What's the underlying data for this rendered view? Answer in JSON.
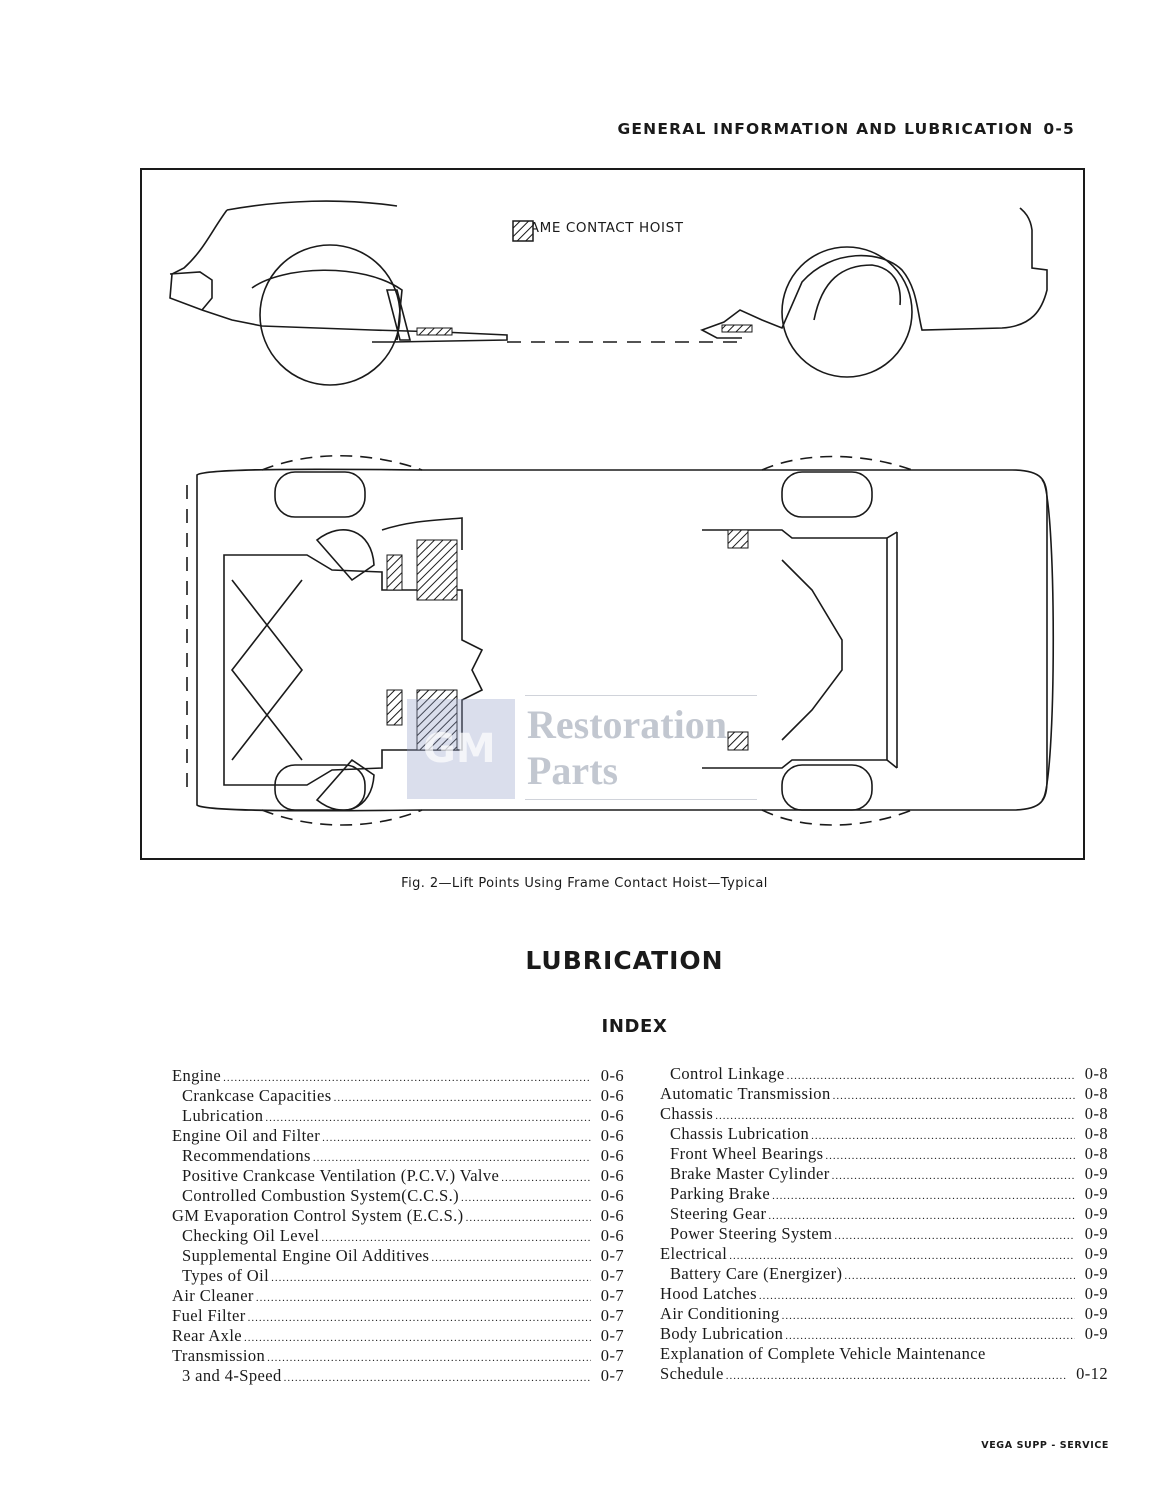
{
  "header": {
    "title": "GENERAL INFORMATION AND LUBRICATION",
    "page": "0-5"
  },
  "figure": {
    "legend_label": "FRAME CONTACT HOIST",
    "caption": "Fig. 2—Lift Points Using Frame Contact Hoist—Typical",
    "watermark": {
      "logo": "GM",
      "line1": "Restoration",
      "line2": "Parts"
    }
  },
  "section_title": "LUBRICATION",
  "index_title": "INDEX",
  "index_left": [
    {
      "label": "Engine",
      "page": "0-6",
      "indent": 0
    },
    {
      "label": "Crankcase Capacities",
      "page": "0-6",
      "indent": 1
    },
    {
      "label": "Lubrication",
      "page": "0-6",
      "indent": 1
    },
    {
      "label": "Engine Oil and Filter",
      "page": "0-6",
      "indent": 0
    },
    {
      "label": "Recommendations",
      "page": "0-6",
      "indent": 1
    },
    {
      "label": "Positive Crankcase Ventilation (P.C.V.) Valve",
      "page": "0-6",
      "indent": 1
    },
    {
      "label": "Controlled Combustion System(C.C.S.)",
      "page": "0-6",
      "indent": 1
    },
    {
      "label": "GM Evaporation Control System (E.C.S.)",
      "page": "0-6",
      "indent": 0
    },
    {
      "label": "Checking Oil Level",
      "page": "0-6",
      "indent": 1
    },
    {
      "label": "Supplemental Engine Oil Additives",
      "page": "0-7",
      "indent": 1
    },
    {
      "label": "Types of Oil",
      "page": "0-7",
      "indent": 1
    },
    {
      "label": "Air Cleaner",
      "page": "0-7",
      "indent": 0
    },
    {
      "label": "Fuel Filter",
      "page": "0-7",
      "indent": 0
    },
    {
      "label": "Rear Axle",
      "page": "0-7",
      "indent": 0
    },
    {
      "label": "Transmission",
      "page": "0-7",
      "indent": 0
    },
    {
      "label": "3 and 4-Speed",
      "page": "0-7",
      "indent": 1
    }
  ],
  "index_right": [
    {
      "label": "Control Linkage",
      "page": "0-8",
      "indent": 1
    },
    {
      "label": "Automatic Transmission",
      "page": "0-8",
      "indent": 0
    },
    {
      "label": "Chassis",
      "page": "0-8",
      "indent": 0
    },
    {
      "label": "Chassis Lubrication",
      "page": "0-8",
      "indent": 1
    },
    {
      "label": "Front Wheel Bearings",
      "page": "0-8",
      "indent": 1
    },
    {
      "label": "Brake Master Cylinder",
      "page": "0-9",
      "indent": 1
    },
    {
      "label": "Parking Brake",
      "page": "0-9",
      "indent": 1
    },
    {
      "label": "Steering Gear",
      "page": "0-9",
      "indent": 1
    },
    {
      "label": "Power Steering System",
      "page": "0-9",
      "indent": 1
    },
    {
      "label": "Electrical",
      "page": "0-9",
      "indent": 0
    },
    {
      "label": "Battery Care (Energizer)",
      "page": "0-9",
      "indent": 1
    },
    {
      "label": "Hood Latches",
      "page": "0-9",
      "indent": 0
    },
    {
      "label": "Air Conditioning",
      "page": "0-9",
      "indent": 0
    },
    {
      "label": "Body Lubrication",
      "page": "0-9",
      "indent": 0
    },
    {
      "label": "Explanation of Complete Vehicle Maintenance",
      "label2": "Schedule",
      "page": "0-12",
      "indent": 0
    }
  ],
  "footer": "VEGA SUPP - SERVICE"
}
